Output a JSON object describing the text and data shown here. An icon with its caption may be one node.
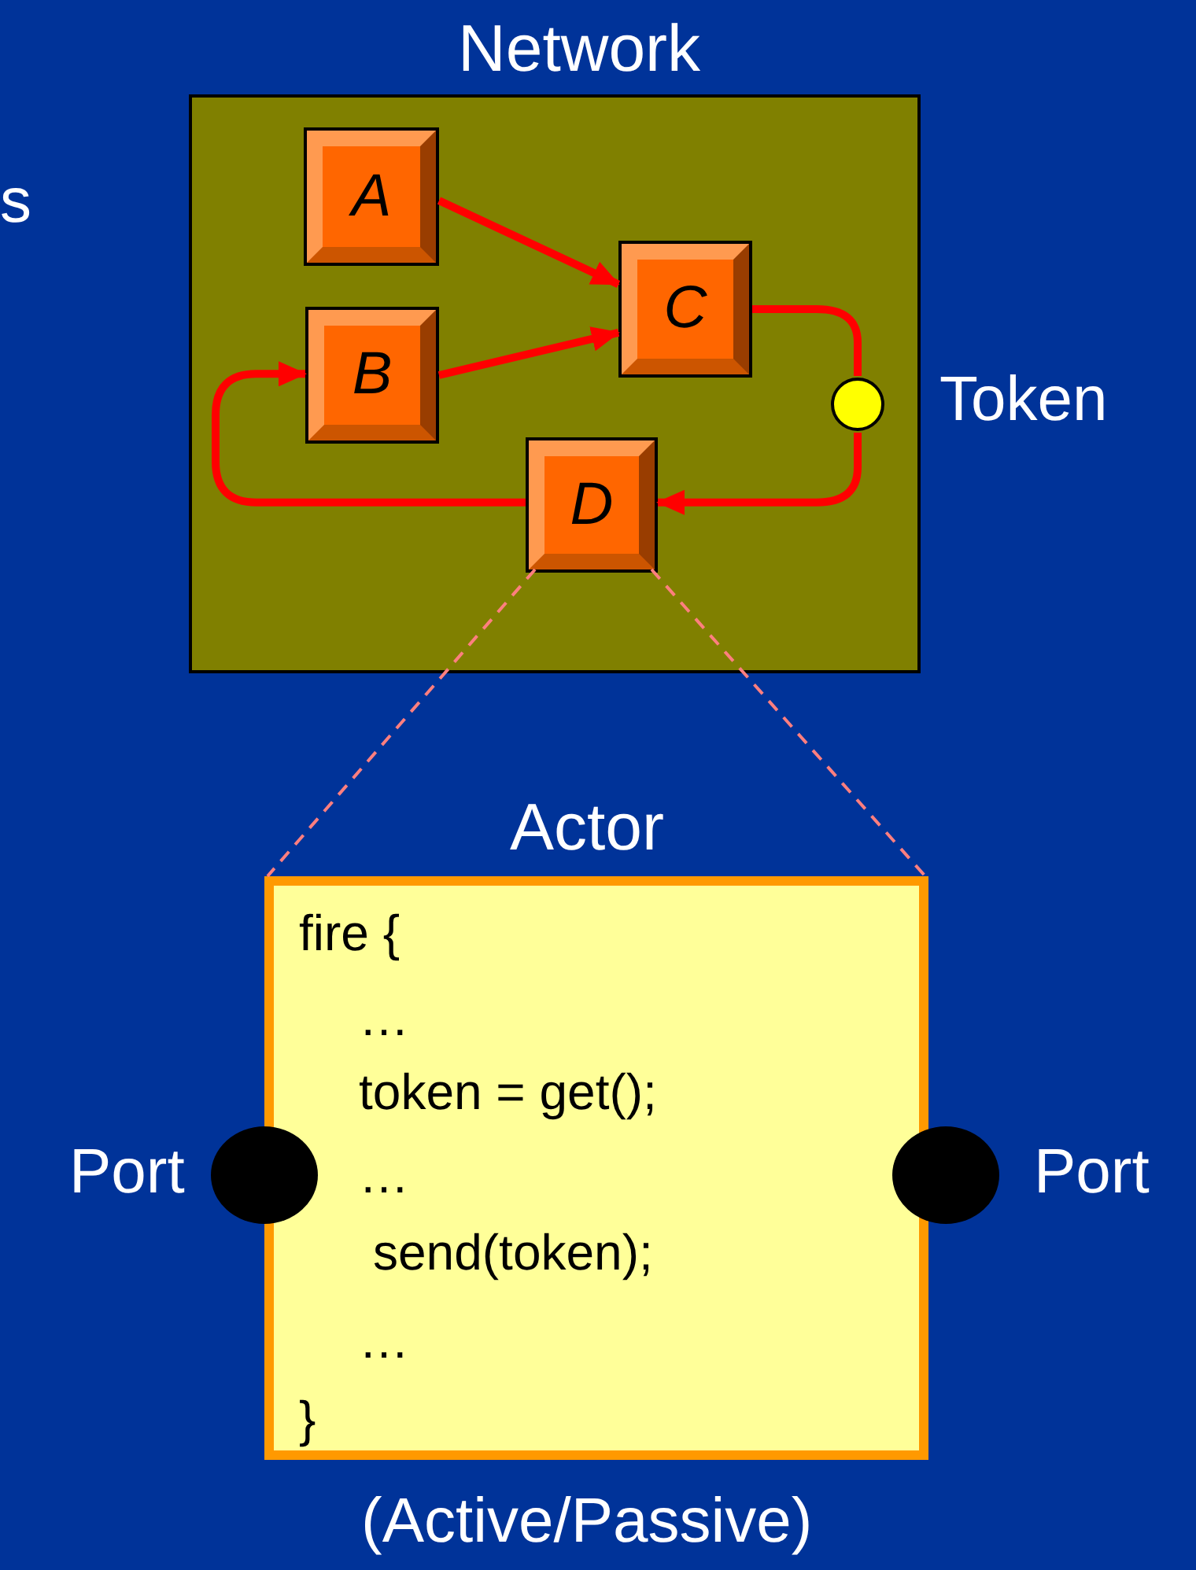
{
  "diagram": {
    "nodes": [
      {
        "text": [
          "Network"
        ]
      },
      {
        "text": [
          "A"
        ],
        "in": 0
      },
      {
        "text": [
          "B"
        ],
        "in": 0
      },
      {
        "text": [
          "C"
        ],
        "in": 0
      },
      {
        "text": [
          "D"
        ],
        "in": 0
      },
      {
        "text": [],
        "shape": "circle",
        "beside": [
          "Token"
        ],
        "in": 0
      },
      {
        "text": [
          "Actor",
          "fire {",
          "…",
          "token = get();",
          "…",
          "send(token);",
          "…",
          "}"
        ],
        "beside": [
          "(Active/Passive)"
        ]
      },
      {
        "text": [],
        "shape": "circle",
        "beside": [
          "Port"
        ]
      },
      {
        "text": [],
        "shape": "circle",
        "beside": [
          "Port"
        ]
      }
    ],
    "edges": [
      {
        "from": 1,
        "to": 3,
        "arrow": "to"
      },
      {
        "from": 2,
        "to": 3,
        "arrow": "to"
      },
      {
        "from": 3,
        "to": 5,
        "arrow": "none"
      },
      {
        "from": 5,
        "to": 4,
        "arrow": "to"
      },
      {
        "from": 4,
        "to": 2,
        "arrow": "to"
      },
      {
        "from": 4,
        "to": 6,
        "arrow": "none",
        "style": "dashed",
        "color": "#ff7f7f"
      },
      {
        "from": 4,
        "to": 6,
        "arrow": "none",
        "style": "dashed",
        "color": "#ff7f7f"
      }
    ],
    "labels": [
      "s"
    ]
  }
}
